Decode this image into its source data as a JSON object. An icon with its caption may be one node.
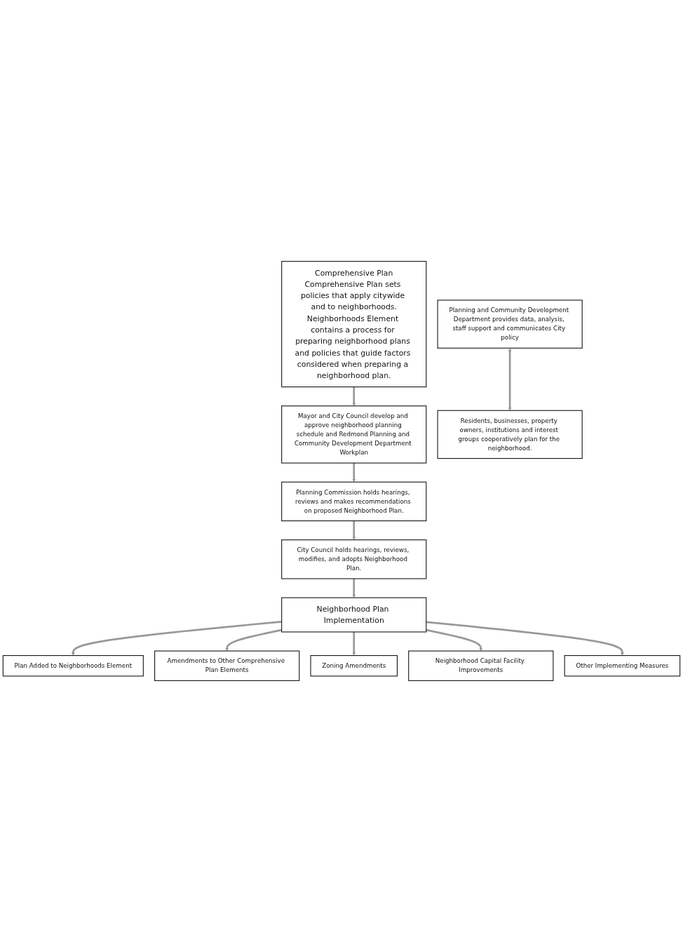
{
  "diagram": {
    "nodes": [
      {
        "text": [
          "Comprehensive Plan",
          "Comprehensive Plan sets policies that apply citywide and to neighborhoods.",
          "Neighborhoods Element contains a process for preparing neighborhood plans and policies that guide factors considered when preparing a neighborhood plan."
        ]
      },
      {
        "text": [
          "Mayor and City Council develop and approve neighborhood planning schedule and Redmond Planning and Community Development Department Workplan"
        ]
      },
      {
        "text": [
          "Planning and Community Development Department provides data, analysis, staff support and communicates City policy"
        ]
      },
      {
        "text": [
          "Residents, businesses, property owners, institutions and interest groups cooperatively plan for the neighborhood."
        ]
      },
      {
        "text": [
          "Planning Commission holds hearings, reviews and makes recommendations on proposed Neighborhood Plan."
        ]
      },
      {
        "text": [
          "City Council holds hearings, reviews, modifies, and adopts Neighborhood Plan."
        ]
      },
      {
        "text": [
          "Neighborhood Plan Implementation"
        ]
      },
      {
        "text": [
          "Plan Added to Neighborhoods Element"
        ]
      },
      {
        "text": [
          "Amendments to Other Comprehensive Plan Elements"
        ]
      },
      {
        "text": [
          "Zoning Amendments"
        ]
      },
      {
        "text": [
          "Neighborhood Capital Facility Improvements"
        ]
      },
      {
        "text": [
          "Other Implementing Measures"
        ]
      }
    ],
    "edges": [
      {
        "from": 0,
        "to": 1,
        "arrow": "to"
      },
      {
        "from": 1,
        "to": 4,
        "arrow": "to"
      },
      {
        "from": 2,
        "to": 3,
        "arrow": "both"
      },
      {
        "from": 4,
        "to": 5,
        "arrow": "to"
      },
      {
        "from": 5,
        "to": 6,
        "arrow": "to"
      },
      {
        "from": 6,
        "to": 7,
        "arrow": "to"
      },
      {
        "from": 6,
        "to": 8,
        "arrow": "to"
      },
      {
        "from": 6,
        "to": 9,
        "arrow": "to"
      },
      {
        "from": 6,
        "to": 10,
        "arrow": "to"
      },
      {
        "from": 6,
        "to": 11,
        "arrow": "to"
      }
    ]
  }
}
